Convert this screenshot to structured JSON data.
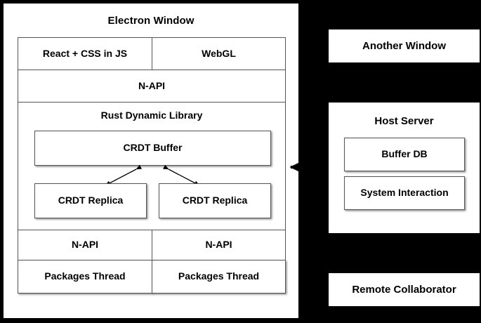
{
  "diagram": {
    "background_color": "#000000",
    "panel_color": "#ffffff",
    "line_color": "#555555",
    "text_color": "#000000"
  },
  "electron_window": {
    "title": "Electron Window",
    "row_ui": [
      {
        "label": "React + CSS in JS"
      },
      {
        "label": "WebGL"
      }
    ],
    "row_napi_top": {
      "label": "N-API"
    },
    "rust_library": {
      "title": "Rust Dynamic Library",
      "buffer": {
        "label": "CRDT Buffer"
      },
      "replicas": [
        {
          "label": "CRDT Replica"
        },
        {
          "label": "CRDT Replica"
        }
      ],
      "connectors": [
        {
          "from": "CRDT Buffer",
          "to": "CRDT Replica",
          "style": "double-headed"
        },
        {
          "from": "CRDT Buffer",
          "to": "CRDT Replica",
          "style": "double-headed"
        }
      ]
    },
    "row_napi_bottom": [
      {
        "label": "N-API"
      },
      {
        "label": "N-API"
      }
    ],
    "row_packages": [
      {
        "label": "Packages Thread"
      },
      {
        "label": "Packages Thread"
      }
    ]
  },
  "right_column": {
    "another_window": {
      "title": "Another Window"
    },
    "host_server": {
      "title": "Host Server",
      "children": [
        {
          "label": "Buffer DB"
        },
        {
          "label": "System Interaction"
        }
      ]
    },
    "remote_collaborator": {
      "title": "Remote Collaborator"
    }
  },
  "connectors": {
    "host_to_electron": {
      "direction": "left",
      "from": "Host Server",
      "to": "CRDT Buffer"
    }
  }
}
